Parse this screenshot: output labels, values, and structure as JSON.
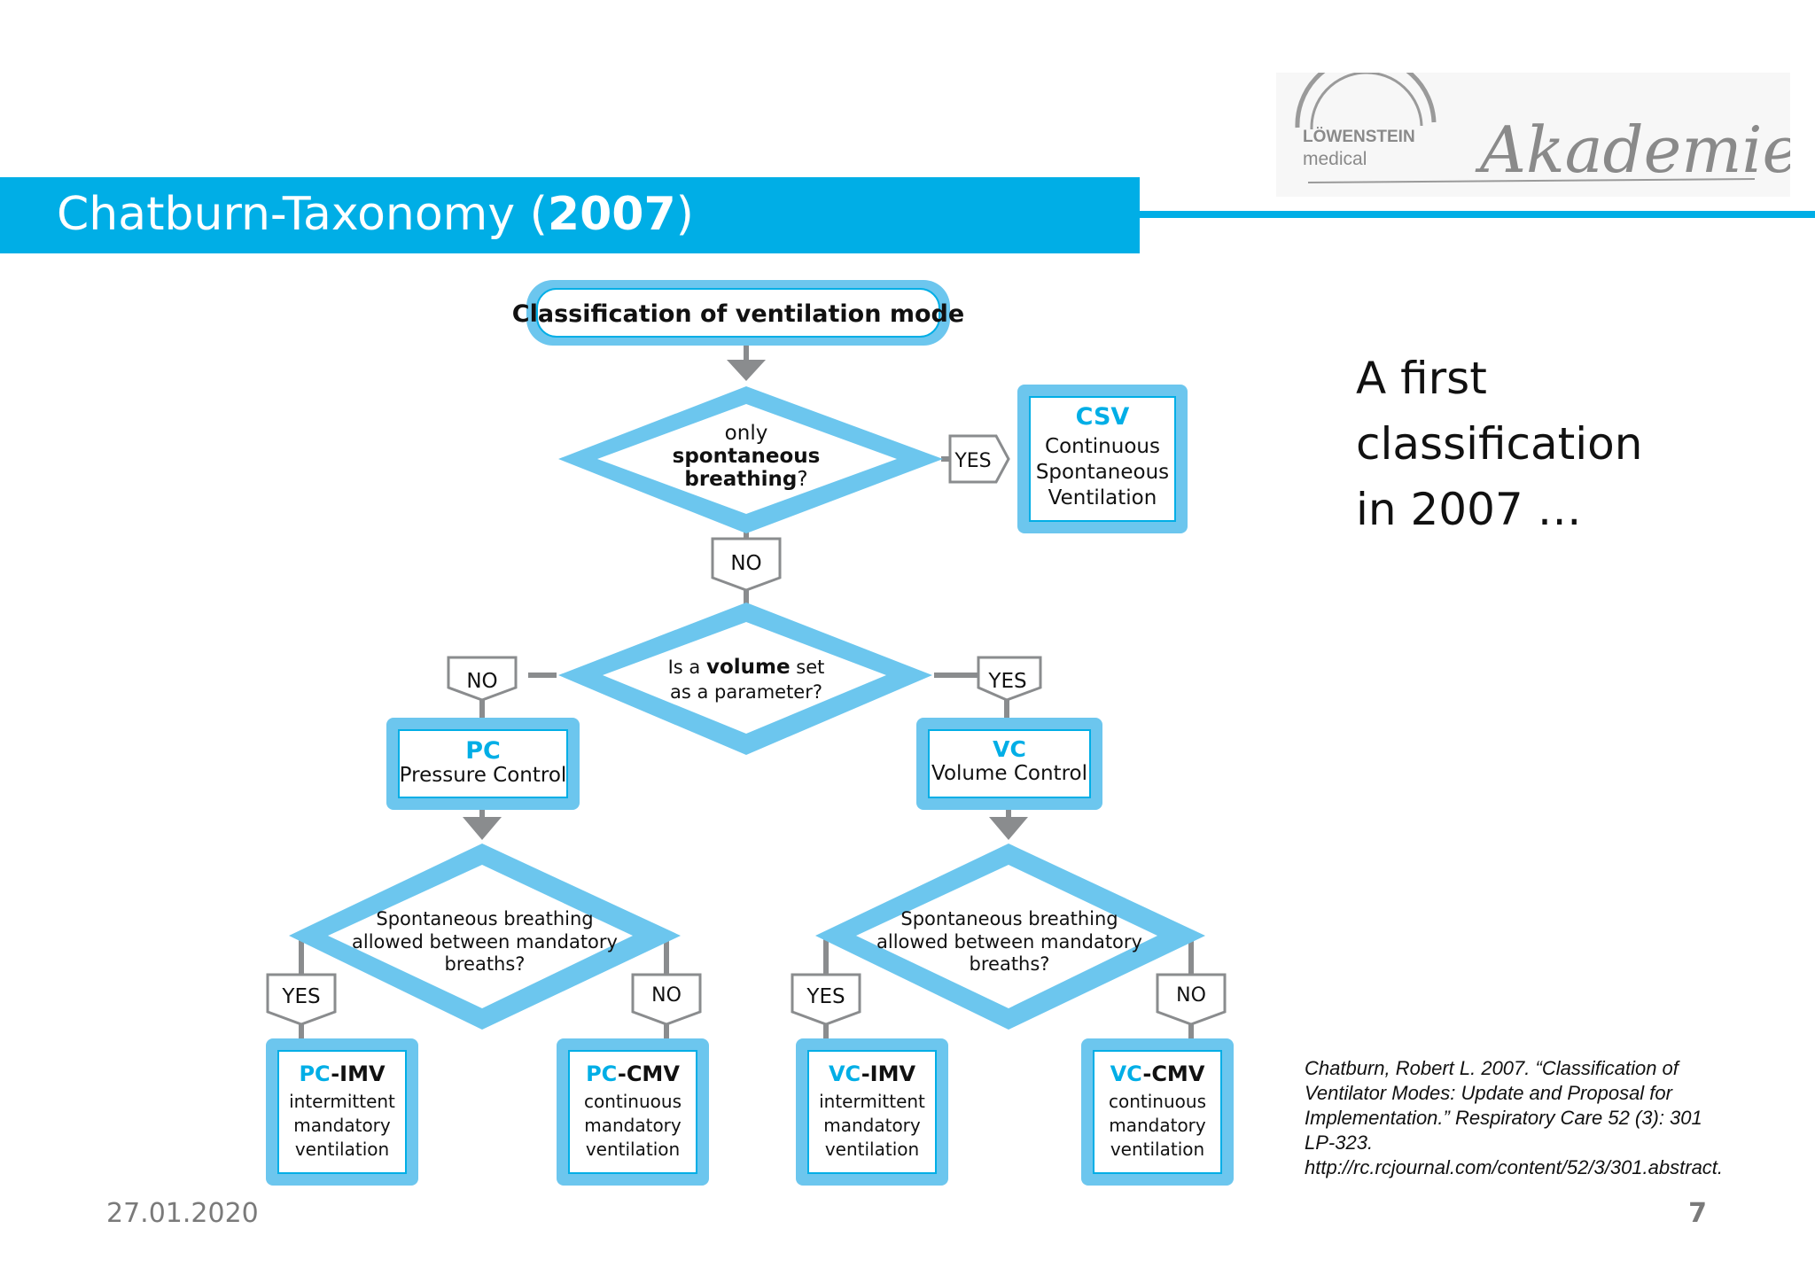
{
  "header": {
    "title_main": "Chatburn-Taxonomy (",
    "title_year": "2007",
    "title_close": ")"
  },
  "logo": {
    "brand": "LÖWENSTEIN",
    "sub": "medical",
    "script": "Akademie"
  },
  "diagram": {
    "root": "Classification of ventilation mode",
    "q1": {
      "line1": "only",
      "line2": "spontaneous",
      "line3_bold": "breathing",
      "line3_end": "?"
    },
    "q1_yes": "YES",
    "q1_no": "NO",
    "csv": {
      "abbr": "CSV",
      "line1": "Continuous",
      "line2": "Spontaneous",
      "line3": "Ventilation"
    },
    "q2": {
      "line1_pre": "Is a ",
      "line1_bold": "volume",
      "line1_post": " set",
      "line2": "as a parameter?"
    },
    "q2_no": "NO",
    "q2_yes": "YES",
    "pc": {
      "abbr": "PC",
      "name": "Pressure Control"
    },
    "vc": {
      "abbr": "VC",
      "name": "Volume Control"
    },
    "q3": {
      "line1": "Spontaneous breathing",
      "line2": "allowed between mandatory",
      "line3": "breaths?"
    },
    "q3_left_yes": "YES",
    "q3_left_no": "NO",
    "q3_right_yes": "YES",
    "q3_right_no": "NO",
    "pc_imv": {
      "abbr1": "PC",
      "abbr2": "-IMV",
      "line1": "intermittent",
      "line2": "mandatory",
      "line3": "ventilation"
    },
    "pc_cmv": {
      "abbr1": "PC",
      "abbr2": "-CMV",
      "line1": "continuous",
      "line2": "mandatory",
      "line3": "ventilation"
    },
    "vc_imv": {
      "abbr1": "VC",
      "abbr2": "-IMV",
      "line1": "intermittent",
      "line2": "mandatory",
      "line3": "ventilation"
    },
    "vc_cmv": {
      "abbr1": "VC",
      "abbr2": "-CMV",
      "line1": "continuous",
      "line2": "mandatory",
      "line3": "ventilation"
    }
  },
  "side_note": {
    "line1": "A first",
    "line2": "classification",
    "line3": "in 2007 …"
  },
  "citation": {
    "line1": "Chatburn, Robert L. 2007. “Classification of",
    "line2": "Ventilator Modes: Update and Proposal for",
    "line3": "Implementation.” Respiratory Care 52 (3): 301",
    "line4": "LP-323.",
    "line5": "http://rc.rcjournal.com/content/52/3/301.abstract."
  },
  "footer": {
    "date": "27.01.2020",
    "page": "7"
  },
  "colors": {
    "accent": "#00aee6",
    "light_blue": "#6cc6ee",
    "arrow_gray": "#8a8c8e",
    "text": "#111111"
  }
}
